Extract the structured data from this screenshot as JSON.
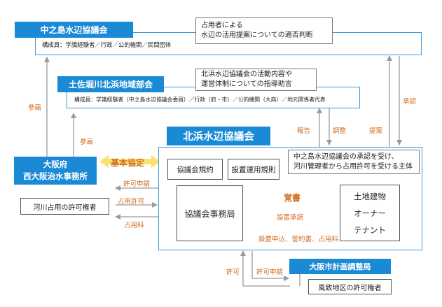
{
  "nakanoshima": {
    "title": "中之島水辺協議会",
    "members": "構成員：学識経験者／行政／公的機関／民間団体",
    "note_lines": [
      "占用者による",
      "水辺の活用提案についての適否判断"
    ]
  },
  "tosabori": {
    "title": "土佐堀川北浜地域部会",
    "members": "構成員：学識経験者（中之島水辺協議会委員）／行政（府・市）／公的機関（大商）／地元関係者代表",
    "note_lines": [
      "北浜水辺協議会の活動内容や",
      "運営体制についての指導助言"
    ]
  },
  "kitahama": {
    "title": "北浜水辺協議会",
    "note_lines": [
      "中之島水辺協議会の承認を受け、",
      "河川管理者から占用許可を受ける主体"
    ],
    "rules": "協議会規約",
    "operation": "設置運用規則",
    "office": "協議会事務局",
    "owners": [
      "土地建物",
      "オーナー",
      "テナント"
    ],
    "memorandum": "覚書",
    "approval": "設置承諾",
    "application": "設置申込、誓約書、占用料"
  },
  "osaka_pref": {
    "title_lines": [
      "大阪府",
      "西大阪治水事務所"
    ],
    "permit_holder": "河川占用の許可権者"
  },
  "city": {
    "title": "大阪市計画調整局",
    "permit_holder": "風致地区の許可権者"
  },
  "flows": {
    "basic_agreement": "基本協定",
    "permit_application_left": "許可申請",
    "occupancy_permit": "占用許可",
    "occupancy_fee": "占用料",
    "participation_left": "参画",
    "participation_mid": "参画",
    "report": "報告",
    "adjust": "調整",
    "proposal": "提案",
    "approve": "承認",
    "permit_bottom": "許可",
    "permit_application_bottom": "許可申請"
  },
  "colors": {
    "header_blue": "#1a8ad6",
    "outline_blue": "#3a9ad9",
    "arrow_gray": "#9a9a9a",
    "label_orange": "#d36b1c",
    "memo_yellow": "#fbe26e"
  }
}
